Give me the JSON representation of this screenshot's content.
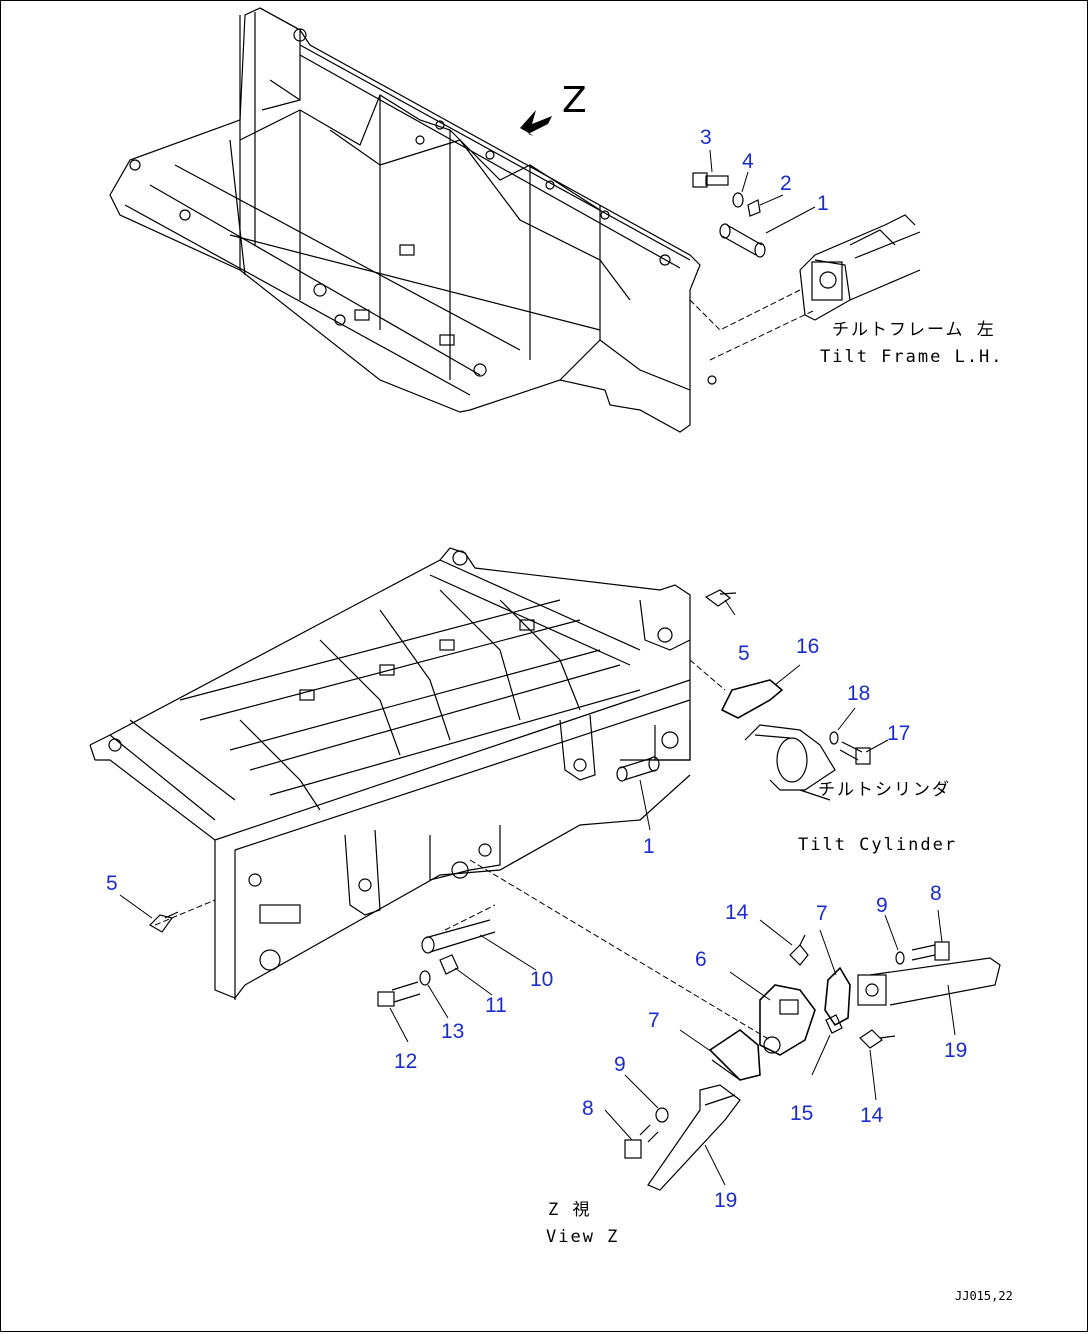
{
  "view_letter": "Z",
  "labels": {
    "tilt_frame_jp": "チルトフレーム 左",
    "tilt_frame_en": "Tilt Frame L.H.",
    "tilt_cylinder_jp": "チルトシリンダ",
    "tilt_cylinder_en": "Tilt Cylinder",
    "view_jp": "Z 視",
    "view_en": "View Z",
    "drawing_code": "JJ015,22"
  },
  "callouts": {
    "c1a": "1",
    "c2": "2",
    "c3": "3",
    "c4": "4",
    "c5a": "5",
    "c5b": "5",
    "c16": "16",
    "c18": "18",
    "c17": "17",
    "c1b": "1",
    "c14a": "14",
    "c7a": "7",
    "c9a": "9",
    "c8a": "8",
    "c6": "6",
    "c10": "10",
    "c11": "11",
    "c13": "13",
    "c12": "12",
    "c7b": "7",
    "c9b": "9",
    "c8b": "8",
    "c15": "15",
    "c14b": "14",
    "c19a": "19",
    "c19b": "19"
  },
  "colors": {
    "callout": "#1a2ccf",
    "line": "#000000"
  }
}
